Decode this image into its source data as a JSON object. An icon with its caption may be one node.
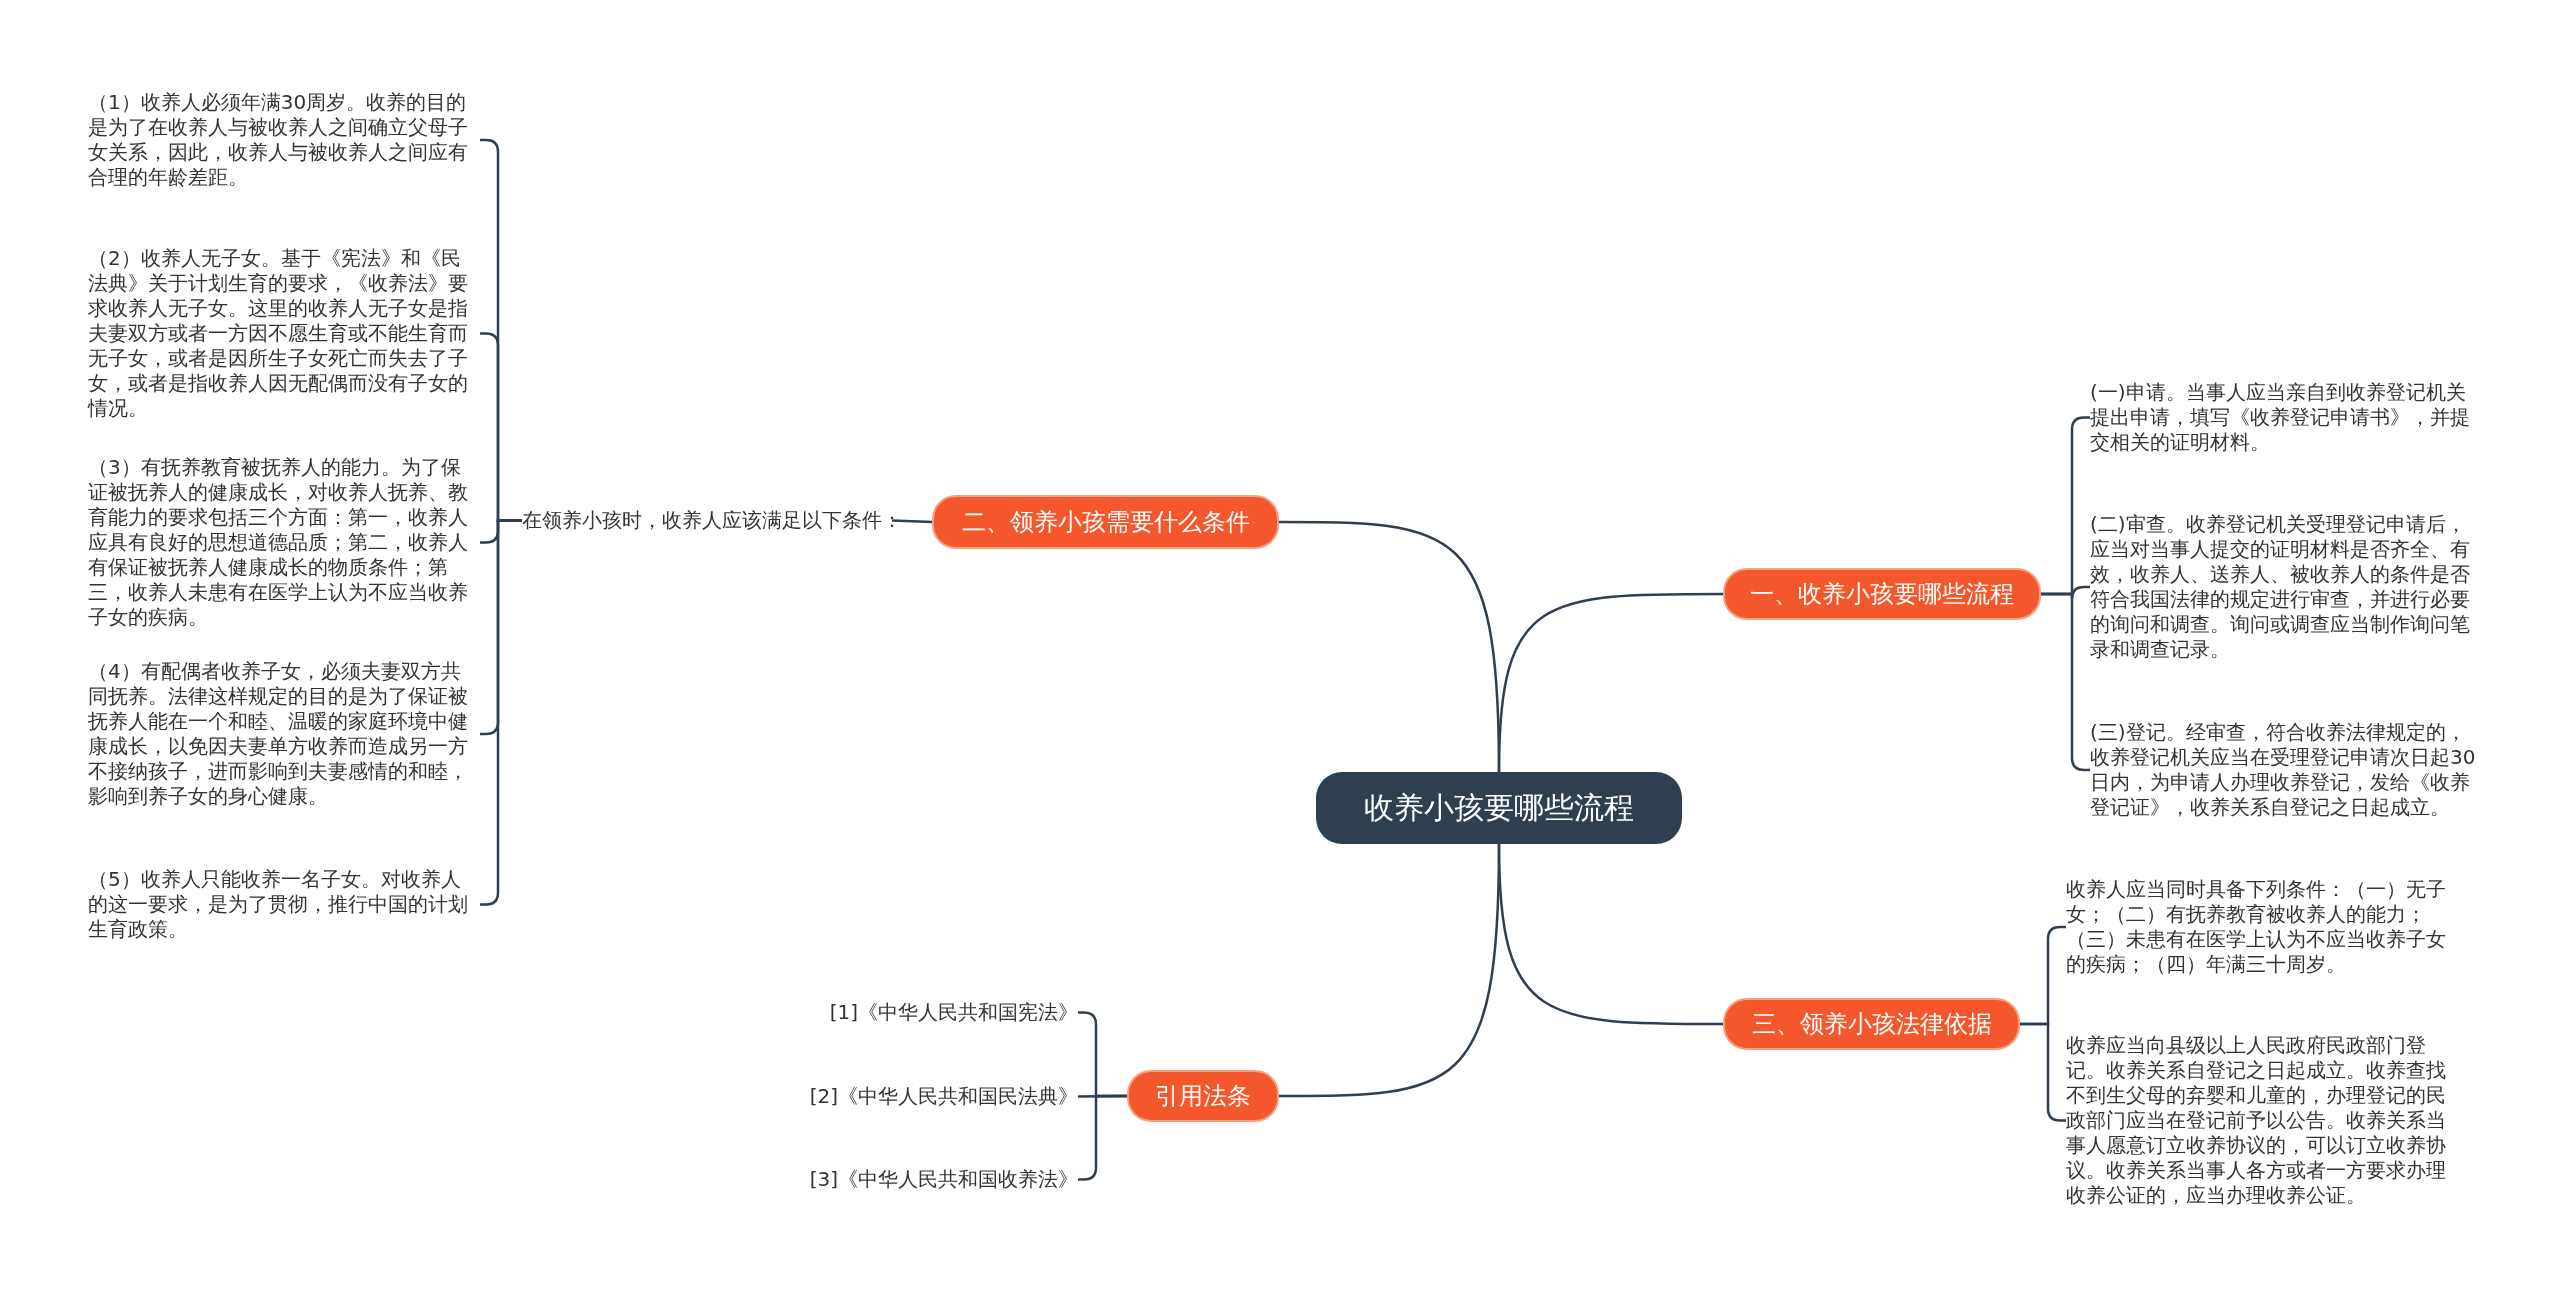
{
  "diagram": {
    "nodes": [
      {
        "text": [
          "收养小孩要哪些流程"
        ]
      },
      {
        "text": [
          "一、收养小孩要哪些流程"
        ]
      },
      {
        "text": [
          "(一)申请。当事人应当亲自到收养登记机关提出申请，填写《收养登记申请书》，并提交相关的证明材料。"
        ]
      },
      {
        "text": [
          "(二)审查。收养登记机关受理登记申请后，应当对当事人提交的证明材料是否齐全、有效，收养人、送养人、被收养人的条件是否符合我国法律的规定进行审查，并进行必要的询问和调查。询问或调查应当制作询问笔录和调查记录。"
        ]
      },
      {
        "text": [
          "(三)登记。经审查，符合收养法律规定的，收养登记机关应当在受理登记申请次日起30日内，为申请人办理收养登记，发给《收养登记证》，收养关系自登记之日起成立。"
        ]
      },
      {
        "text": [
          "二、领养小孩需要什么条件"
        ]
      },
      {
        "text": [
          "在领养小孩时，收养人应该满足以下条件："
        ]
      },
      {
        "text": [
          "（1）收养人必须年满30周岁。收养的目的是为了在收养人与被收养人之间确立父母子女关系，因此，收养人与被收养人之间应有合理的年龄差距。"
        ]
      },
      {
        "text": [
          "（2）收养人无子女。基于《宪法》和《民法典》关于计划生育的要求，《收养法》要求收养人无子女。这里的收养人无子女是指夫妻双方或者一方因不愿生育或不能生育而无子女，或者是因所生子女死亡而失去了子女，或者是指收养人因无配偶而没有子女的情况。"
        ]
      },
      {
        "text": [
          "（3）有抚养教育被抚养人的能力。为了保证被抚养人的健康成长，对收养人抚养、教育能力的要求包括三个方面：第一，收养人应具有良好的思想道德品质；第二，收养人有保证被抚养人健康成长的物质条件；第三，收养人未患有在医学上认为不应当收养子女的疾病。"
        ]
      },
      {
        "text": [
          "（4）有配偶者收养子女，必须夫妻双方共同抚养。法律这样规定的目的是为了保证被抚养人能在一个和睦、温暖的家庭环境中健康成长，以免因夫妻单方收养而造成另一方不接纳孩子，进而影响到夫妻感情的和睦，影响到养子女的身心健康。"
        ]
      },
      {
        "text": [
          "（5）收养人只能收养一名子女。对收养人的这一要求，是为了贯彻，推行中国的计划生育政策。"
        ]
      },
      {
        "text": [
          "三、领养小孩法律依据"
        ]
      },
      {
        "text": [
          "收养人应当同时具备下列条件：（一）无子女；（二）有抚养教育被收养人的能力；（三）未患有在医学上认为不应当收养子女的疾病；（四）年满三十周岁。"
        ]
      },
      {
        "text": [
          "收养应当向县级以上人民政府民政部门登记。收养关系自登记之日起成立。收养查找不到生父母的弃婴和儿童的，办理登记的民政部门应当在登记前予以公告。收养关系当事人愿意订立收养协议的，可以订立收养协议。收养关系当事人各方或者一方要求办理收养公证的，应当办理收养公证。"
        ]
      },
      {
        "text": [
          "引用法条"
        ]
      },
      {
        "text": [
          "[1]《中华人民共和国宪法》"
        ]
      },
      {
        "text": [
          "[2]《中华人民共和国民法典》"
        ]
      },
      {
        "text": [
          "[3]《中华人民共和国收养法》"
        ]
      }
    ],
    "edges": [
      {
        "from": 0,
        "to": 1,
        "arrow": "none"
      },
      {
        "from": 1,
        "to": 2,
        "arrow": "none"
      },
      {
        "from": 1,
        "to": 3,
        "arrow": "none"
      },
      {
        "from": 1,
        "to": 4,
        "arrow": "none"
      },
      {
        "from": 0,
        "to": 5,
        "arrow": "none"
      },
      {
        "from": 5,
        "to": 6,
        "arrow": "none"
      },
      {
        "from": 6,
        "to": 7,
        "arrow": "none"
      },
      {
        "from": 6,
        "to": 8,
        "arrow": "none"
      },
      {
        "from": 6,
        "to": 9,
        "arrow": "none"
      },
      {
        "from": 6,
        "to": 10,
        "arrow": "none"
      },
      {
        "from": 6,
        "to": 11,
        "arrow": "none"
      },
      {
        "from": 0,
        "to": 12,
        "arrow": "none"
      },
      {
        "from": 12,
        "to": 13,
        "arrow": "none"
      },
      {
        "from": 12,
        "to": 14,
        "arrow": "none"
      },
      {
        "from": 0,
        "to": 15,
        "arrow": "none"
      },
      {
        "from": 15,
        "to": 16,
        "arrow": "none"
      },
      {
        "from": 15,
        "to": 17,
        "arrow": "none"
      },
      {
        "from": 15,
        "to": 18,
        "arrow": "none"
      }
    ]
  }
}
